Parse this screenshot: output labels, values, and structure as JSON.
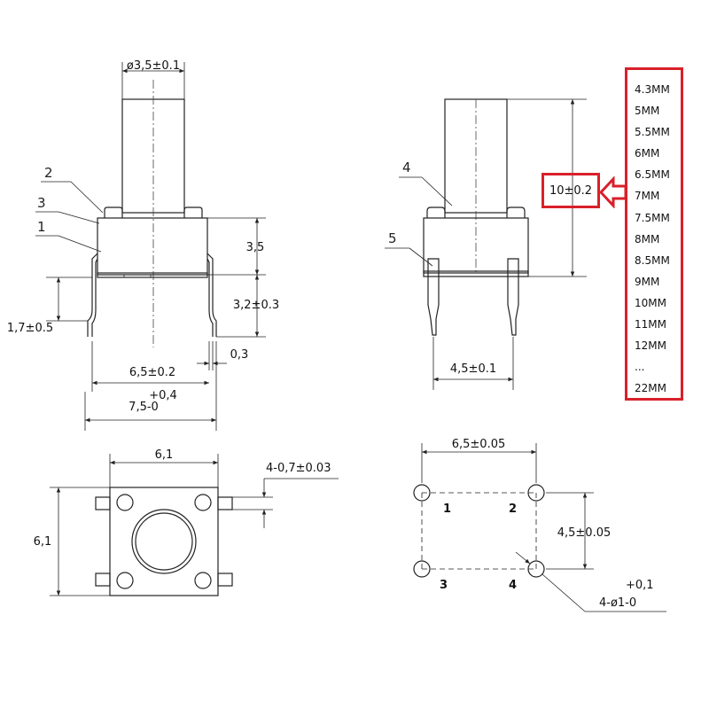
{
  "dimensions": {
    "button_diameter": "ø3,5±0.1",
    "body_height": "3,5",
    "lead_height": "3,2±0.3",
    "lead_offset": "1,7±0.5",
    "lead_thickness": "0,3",
    "lead_pitch_front": "6,5±0.2",
    "overall_width_tol": "+0,4",
    "overall_width": "7,5-0",
    "total_height": "10±0.2",
    "lead_pitch_side": "4,5±0.1",
    "top_width": "6,1",
    "top_height": "6,1",
    "tab_width": "4-0,7±0.03",
    "pcb_pitch_x": "6,5±0.05",
    "pcb_pitch_y": "4,5±0.05",
    "pcb_hole_tol": "+0,1",
    "pcb_hole": "4-ø1-0"
  },
  "part_labels": {
    "p1": "1",
    "p2": "2",
    "p3": "3",
    "p4": "4",
    "p5": "5"
  },
  "pin_numbers": {
    "pin1": "1",
    "pin2": "2",
    "pin3": "3",
    "pin4": "4"
  },
  "height_options": [
    "4.3MM",
    "5MM",
    "5.5MM",
    "6MM",
    "6.5MM",
    "7MM",
    "7.5MM",
    "8MM",
    "8.5MM",
    "9MM",
    "10MM",
    "11MM",
    "12MM",
    "...",
    "22MM"
  ],
  "colors": {
    "highlight": "#d9202a",
    "line": "#222222"
  }
}
